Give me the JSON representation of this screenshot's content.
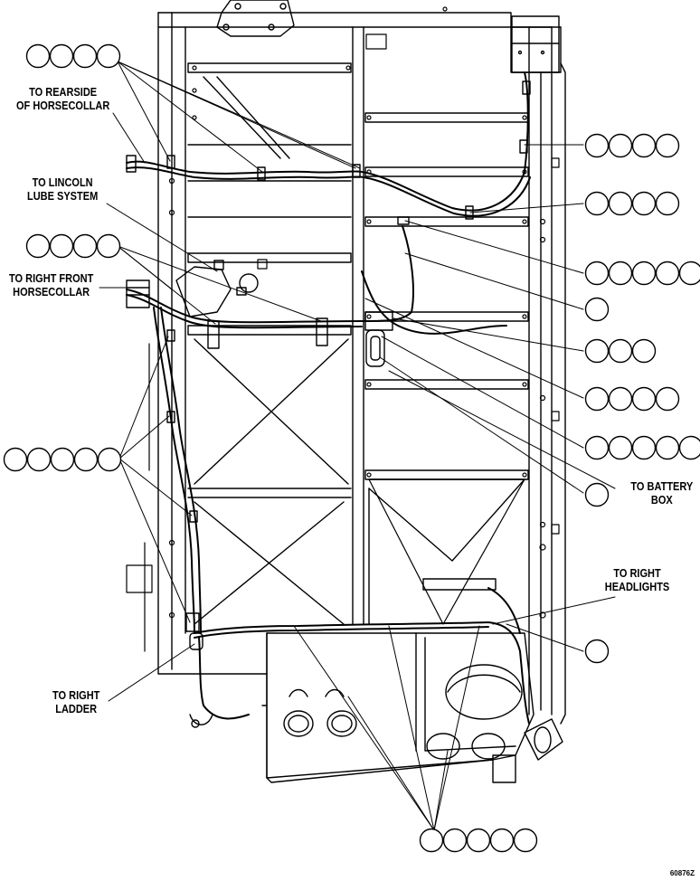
{
  "figure": {
    "figure_code": "60876Z"
  },
  "labels": {
    "rearside": [
      "TO REARSIDE",
      "OF HORSECOLLAR"
    ],
    "lincoln": [
      "TO LINCOLN",
      "LUBE SYSTEM"
    ],
    "right_front": [
      "TO RIGHT FRONT",
      "HORSECOLLAR"
    ],
    "battery": [
      "TO BATTERY",
      "BOX"
    ],
    "headlights": [
      "TO RIGHT",
      "HEADLIGHTS"
    ],
    "ladder": [
      "TO RIGHT",
      "LADDER"
    ]
  },
  "callouts": [
    {
      "name": "callout-top-left",
      "bubbles": 4
    },
    {
      "name": "callout-right-1",
      "bubbles": 4
    },
    {
      "name": "callout-right-2",
      "bubbles": 4
    },
    {
      "name": "callout-right-3",
      "bubbles": 5
    },
    {
      "name": "callout-right-4",
      "bubbles": 1
    },
    {
      "name": "callout-left-mid",
      "bubbles": 4
    },
    {
      "name": "callout-right-5",
      "bubbles": 3
    },
    {
      "name": "callout-right-6",
      "bubbles": 4
    },
    {
      "name": "callout-right-7",
      "bubbles": 5
    },
    {
      "name": "callout-right-8",
      "bubbles": 1
    },
    {
      "name": "callout-left-lower",
      "bubbles": 5
    },
    {
      "name": "callout-right-9",
      "bubbles": 1
    },
    {
      "name": "callout-bottom",
      "bubbles": 5
    }
  ]
}
